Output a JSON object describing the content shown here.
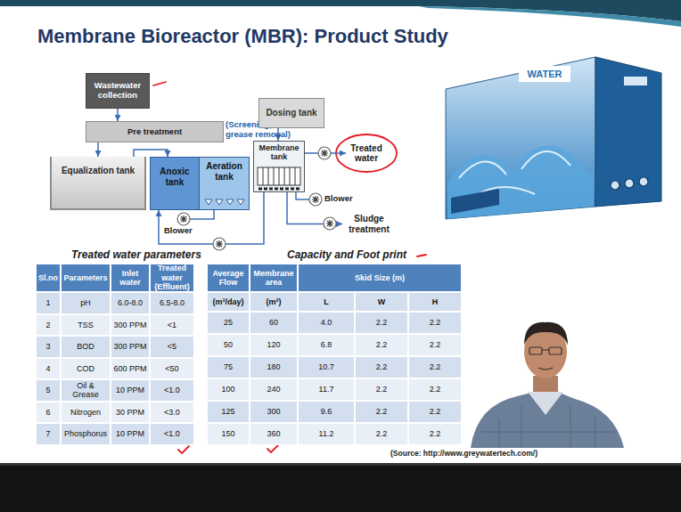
{
  "diagram": {
    "title": "Membrane Bioreactor (MBR): Product Study",
    "nodes": [
      {
        "text": [
          "Wastewater collection"
        ]
      },
      {
        "text": [
          "Pre treatment",
          "(Screening, grease removal)"
        ]
      },
      {
        "text": [
          "Equalization tank"
        ]
      },
      {
        "text": [
          "Anoxic tank"
        ]
      },
      {
        "text": [
          "Aeration tank"
        ]
      },
      {
        "text": [
          "Membrane tank"
        ]
      },
      {
        "text": [
          "Dosing tank"
        ]
      },
      {
        "text": [
          "Treated water"
        ]
      },
      {
        "text": [
          "Sludge treatment"
        ]
      }
    ],
    "edges": [
      {
        "from": 0,
        "to": 1,
        "arrow": "to"
      },
      {
        "from": 1,
        "to": 2,
        "arrow": "to"
      },
      {
        "from": 2,
        "to": 3,
        "arrow": "to"
      },
      {
        "from": 6,
        "to": 5,
        "arrow": "to"
      },
      {
        "from": 5,
        "to": 7,
        "arrow": "to"
      },
      {
        "from": 5,
        "to": 8,
        "arrow": "to"
      },
      {
        "from": 5,
        "to": 3,
        "arrow": "to"
      }
    ],
    "labels": [
      "Blower",
      "Blower",
      "WATER",
      "Treated water parameters",
      "Capacity and Foot print",
      "Sl.no",
      "Parameters",
      "Inlet water",
      "Treated water (Effluent)",
      "1",
      "pH",
      "6.0-8.0",
      "6.5-8.0",
      "2",
      "TSS",
      "300 PPM",
      "<1",
      "3",
      "BOD",
      "300 PPM",
      "<5",
      "4",
      "COD",
      "600 PPM",
      "<50",
      "5",
      "Oil & Grease",
      "10 PPM",
      "<1.0",
      "6",
      "Nitrogen",
      "30 PPM",
      "<3.0",
      "7",
      "Phosphorus",
      "10 PPM",
      "<1.0",
      "Average Flow",
      "Membrane area",
      "Skid Size (m)",
      "(m³/day)",
      "(m²)",
      "L",
      "W",
      "H",
      "25",
      "60",
      "4.0",
      "2.2",
      "2.2",
      "50",
      "120",
      "6.8",
      "2.2",
      "2.2",
      "75",
      "180",
      "10.7",
      "2.2",
      "2.2",
      "100",
      "240",
      "11.7",
      "2.2",
      "2.2",
      "125",
      "300",
      "9.6",
      "2.2",
      "2.2",
      "150",
      "360",
      "11.2",
      "2.2",
      "2.2",
      "(Source: http://www.greywatertech.com/)"
    ]
  }
}
